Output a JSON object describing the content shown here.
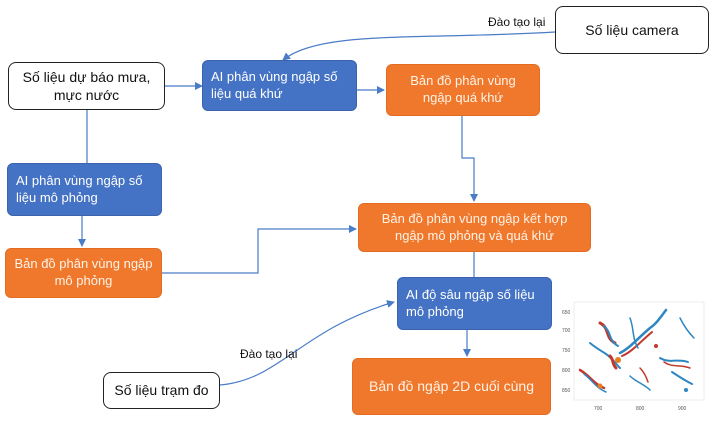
{
  "nodes": {
    "so_lieu_camera": "Số liệu camera",
    "so_lieu_du_bao": "Số liệu dự báo mưa, mực nước",
    "ai_qua_khu": "AI phân vùng ngập số liệu quá khứ",
    "ban_do_qua_khu": "Bản đồ phân vùng ngập quá khứ",
    "ai_mo_phong": "AI phân vùng ngập số liệu mô phỏng",
    "ban_do_mo_phong": "Bản đồ phân vùng ngập mô phỏng",
    "ban_do_ket_hop": "Bản đồ phân vùng ngập kết hợp ngập mô phỏng và quá khứ",
    "ai_do_sau": "AI độ sâu ngập số liệu mô phỏng",
    "so_lieu_tram_do": "Số liệu trạm đo",
    "ban_do_2d": "Bản đồ ngập 2D cuối cùng"
  },
  "edge_labels": {
    "retrain_camera": "Đào tạo lại",
    "retrain_station": "Đào tạo lại"
  },
  "map_thumbnail": {
    "x_ticks": [
      "700",
      "800",
      "900"
    ],
    "y_ticks": [
      "650",
      "700",
      "750",
      "800",
      "850"
    ]
  },
  "colors": {
    "blue_node": "#4472c4",
    "orange_node": "#f0782d",
    "edge": "#4a7cc7"
  }
}
